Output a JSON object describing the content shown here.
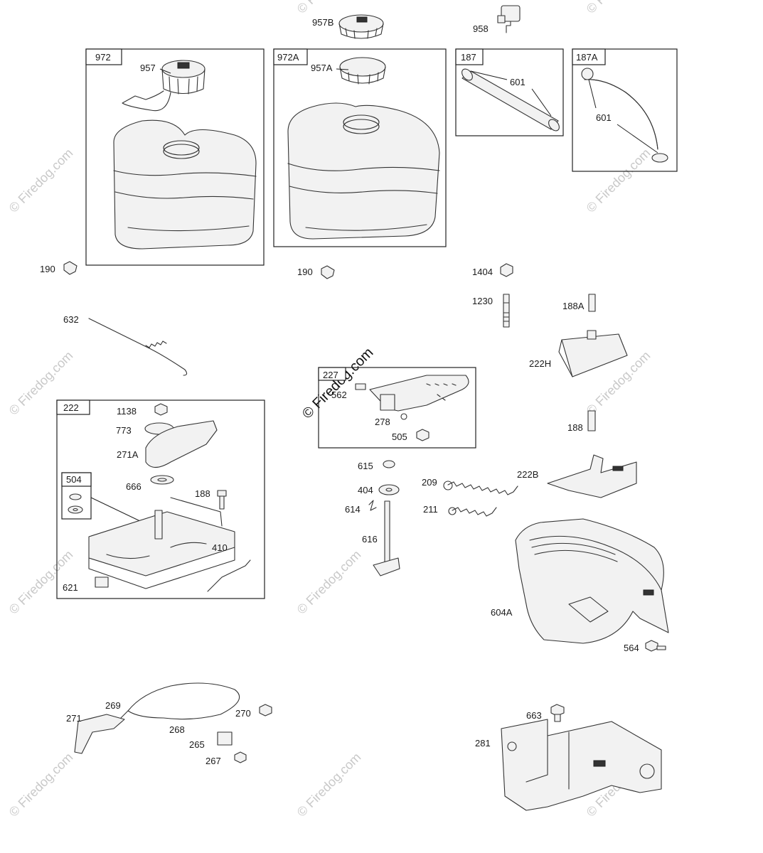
{
  "diagram": {
    "watermark_text": "© Firedog.com",
    "kit_boxes": [
      "972",
      "972A",
      "187",
      "187A",
      "222",
      "504",
      "227"
    ],
    "part_labels": [
      "957B",
      "958",
      "957",
      "957A",
      "601",
      "601",
      "190",
      "190",
      "1404",
      "1230",
      "188A",
      "632",
      "222H",
      "1138",
      "773",
      "271A",
      "666",
      "188",
      "410",
      "621",
      "562",
      "278",
      "505",
      "188",
      "222B",
      "615",
      "209",
      "404",
      "614",
      "211",
      "616",
      "604A",
      "564",
      "269",
      "271",
      "268",
      "270",
      "265",
      "267",
      "663",
      "281"
    ]
  }
}
